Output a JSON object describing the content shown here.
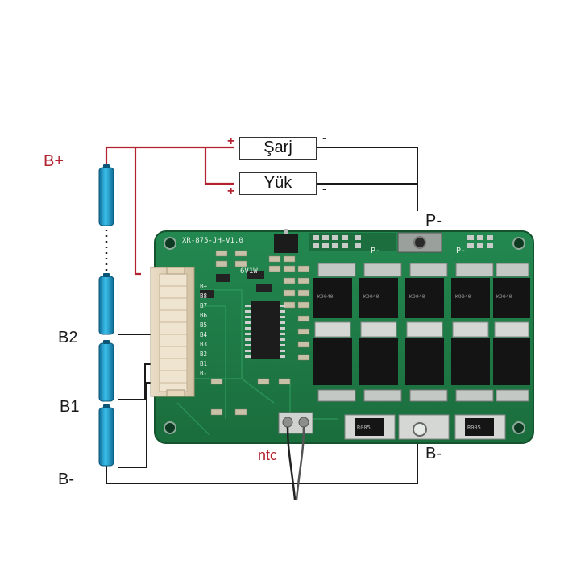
{
  "labels": {
    "b_plus": "B+",
    "b2": "B2",
    "b1": "B1",
    "b_minus_left": "B-",
    "p_minus": "P-",
    "b_minus_right": "B-",
    "ntc": "ntc"
  },
  "loads": {
    "charge": "Şarj",
    "load": "Yük",
    "plus": "+",
    "minus": "-"
  },
  "pcb": {
    "model": "XR-875-JH-V1.0",
    "pad_p": "P-",
    "pad_p2": "P-",
    "connector_pins": [
      "B+",
      "B8",
      "B7",
      "B6",
      "B5",
      "B4",
      "B3",
      "B2",
      "B1",
      "B-"
    ],
    "mosfet_marking": "K9040",
    "resistor_marking": "R005",
    "zener_marking": "6V1W"
  },
  "colors": {
    "wire_red": "#b2232f",
    "wire_black": "#1a1a1a",
    "cell_blue": "#1fa6d6",
    "pcb_green": "#1f7a44"
  }
}
